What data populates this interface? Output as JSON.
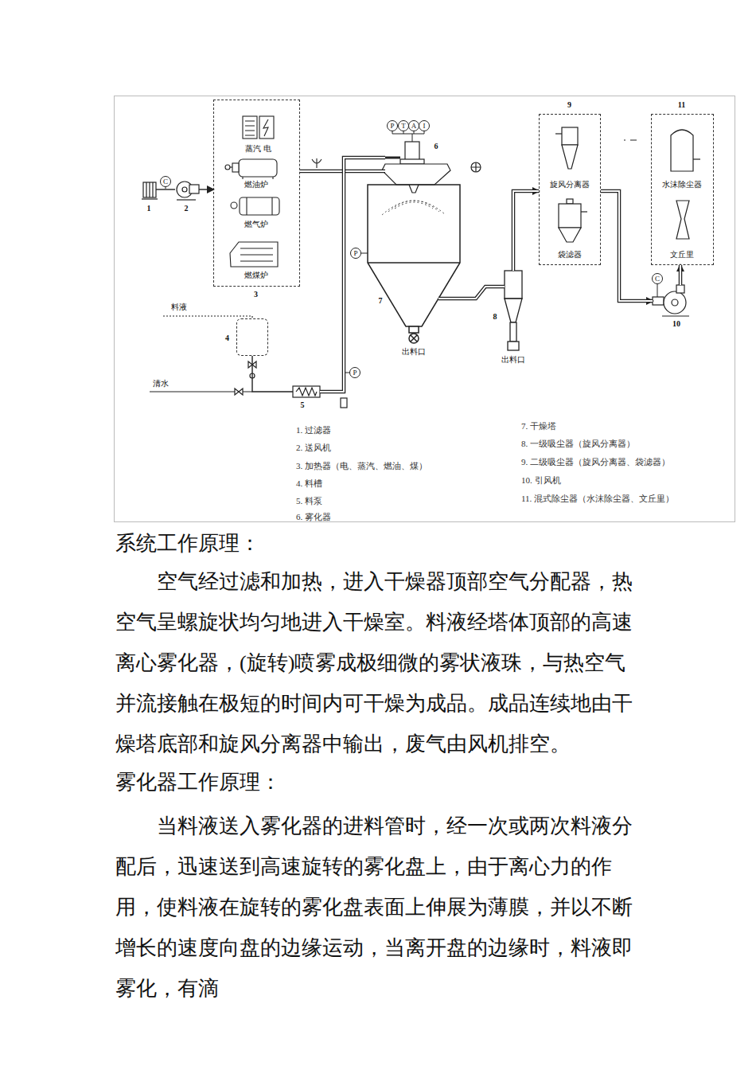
{
  "diagram": {
    "nodes": [
      {
        "text": [
          "3"
        ]
      },
      {
        "text": [
          "蒸汽 电"
        ],
        "in": 0
      },
      {
        "text": [
          "燃油炉"
        ],
        "in": 0
      },
      {
        "text": [
          "燃气炉"
        ],
        "in": 0
      },
      {
        "text": [
          "燃煤炉"
        ],
        "in": 0
      },
      {
        "text": [
          "1"
        ]
      },
      {
        "text": [
          "2"
        ]
      },
      {
        "text": [
          "4"
        ]
      },
      {
        "text": [
          "5"
        ]
      },
      {
        "text": [
          "6"
        ]
      },
      {
        "text": [
          "7",
          "出料口"
        ]
      },
      {
        "text": [
          "8",
          "出料口"
        ]
      },
      {
        "text": [
          "9"
        ]
      },
      {
        "text": [
          "旋风分离器"
        ],
        "in": 12
      },
      {
        "text": [
          "袋滤器"
        ],
        "in": 12
      },
      {
        "text": [
          "10"
        ]
      },
      {
        "text": [
          "11"
        ]
      },
      {
        "text": [
          "水沫除尘器"
        ],
        "in": 16
      },
      {
        "text": [
          "文丘里"
        ],
        "in": 16
      }
    ],
    "edges": [
      {
        "from": 5,
        "to": 6,
        "arrow": "none"
      },
      {
        "from": 6,
        "to": 0,
        "arrow": "to"
      },
      {
        "from": 0,
        "to": 9,
        "arrow": "none"
      },
      {
        "from": 7,
        "to": 8,
        "arrow": "none"
      },
      {
        "from": 8,
        "to": 9,
        "arrow": "none"
      },
      {
        "from": 10,
        "to": 11,
        "arrow": "none"
      },
      {
        "from": 11,
        "to": 12,
        "arrow": "to"
      },
      {
        "from": 12,
        "to": 15,
        "arrow": "to"
      },
      {
        "from": 15,
        "to": 16,
        "arrow": "to"
      }
    ],
    "labels": [
      "P",
      "T",
      "A",
      "I",
      "P",
      "P",
      "C",
      "C",
      "料液",
      "清水",
      "1. 过滤器",
      "2. 送风机",
      "3. 加热器（电、蒸汽、燃油、煤）",
      "4. 料槽",
      "5. 料泵",
      "6. 雾化器",
      "7. 干燥塔",
      "8. 一级吸尘器（旋风分离器）",
      "9. 二级吸尘器（旋风分离器、袋滤器）",
      "10. 引风机",
      "11. 混式除尘器（水沫除尘器、文丘里）",
      "系统工作原理：",
      "空气经过滤和加热，进入干燥器顶部空气分配器，热空气呈螺旋状均匀地进入干燥室。料液经塔体顶部的高速离心雾化器，(旋转)喷雾成极细微的雾状液珠，与热空气并流接触在极短的时间内可干燥为成品。成品连续地由干燥塔底部和旋风分离器中输出，废气由风机排空。",
      "雾化器工作原理：",
      "当料液送入雾化器的进料管时，经一次或两次料液分配后，迅速送到高速旋转的雾化盘上，由于离心力的作用，使料液在旋转的雾化盘表面上伸展为薄膜，并以不断增长的速度向盘的边缘运动，当离开盘的边缘时，料液即雾化，有滴"
    ]
  }
}
